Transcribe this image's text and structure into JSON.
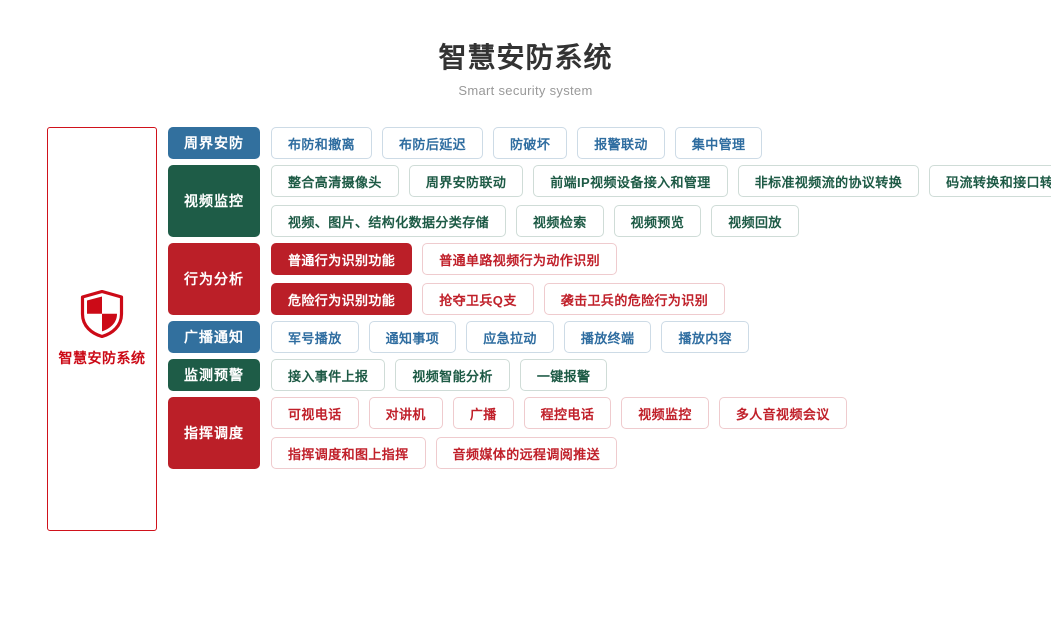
{
  "header": {
    "title": "智慧安防系统",
    "subtitle": "Smart security system"
  },
  "brand": {
    "icon": "shield-icon",
    "label": "智慧安防系统",
    "border_color": "#d0121b",
    "text_color": "#cc0a17"
  },
  "colors": {
    "blue": "#32709e",
    "green": "#1e5c47",
    "red": "#bb1f28",
    "title": "#333333",
    "subtitle": "#999999"
  },
  "categories": [
    {
      "label": "周界安防",
      "theme": "blue",
      "lines": [
        [
          {
            "label": "布防和撤离",
            "filled": false
          },
          {
            "label": "布防后延迟",
            "filled": false
          },
          {
            "label": "防破坏",
            "filled": false
          },
          {
            "label": "报警联动",
            "filled": false
          },
          {
            "label": "集中管理",
            "filled": false
          }
        ]
      ]
    },
    {
      "label": "视频监控",
      "theme": "green",
      "lines": [
        [
          {
            "label": "整合高清摄像头",
            "filled": false
          },
          {
            "label": "周界安防联动",
            "filled": false
          },
          {
            "label": "前端IP视频设备接入和管理",
            "filled": false
          },
          {
            "label": "非标准视频流的协议转换",
            "filled": false
          },
          {
            "label": "码流转换和接口转换",
            "filled": false
          }
        ],
        [
          {
            "label": "视频、图片、结构化数据分类存储",
            "filled": false
          },
          {
            "label": "视频检索",
            "filled": false
          },
          {
            "label": "视频预览",
            "filled": false
          },
          {
            "label": "视频回放",
            "filled": false
          }
        ]
      ]
    },
    {
      "label": "行为分析",
      "theme": "red",
      "lines": [
        [
          {
            "label": "普通行为识别功能",
            "filled": true
          },
          {
            "label": "普通单路视频行为动作识别",
            "filled": false
          }
        ],
        [
          {
            "label": "危险行为识别功能",
            "filled": true
          },
          {
            "label": "抢夺卫兵Q支",
            "filled": false
          },
          {
            "label": "袭击卫兵的危险行为识别",
            "filled": false
          }
        ]
      ]
    },
    {
      "label": "广播通知",
      "theme": "blue",
      "lines": [
        [
          {
            "label": "军号播放",
            "filled": false
          },
          {
            "label": "通知事项",
            "filled": false
          },
          {
            "label": "应急拉动",
            "filled": false
          },
          {
            "label": "播放终端",
            "filled": false
          },
          {
            "label": "播放内容",
            "filled": false
          }
        ]
      ]
    },
    {
      "label": "监测预警",
      "theme": "green",
      "lines": [
        [
          {
            "label": "接入事件上报",
            "filled": false
          },
          {
            "label": "视频智能分析",
            "filled": false
          },
          {
            "label": "一键报警",
            "filled": false
          }
        ]
      ]
    },
    {
      "label": "指挥调度",
      "theme": "red",
      "lines": [
        [
          {
            "label": "可视电话",
            "filled": false
          },
          {
            "label": "对讲机",
            "filled": false
          },
          {
            "label": "广播",
            "filled": false
          },
          {
            "label": "程控电话",
            "filled": false
          },
          {
            "label": "视频监控",
            "filled": false
          },
          {
            "label": "多人音视频会议",
            "filled": false
          }
        ],
        [
          {
            "label": "指挥调度和图上指挥",
            "filled": false
          },
          {
            "label": "音频媒体的远程调阅推送",
            "filled": false
          }
        ]
      ]
    }
  ]
}
